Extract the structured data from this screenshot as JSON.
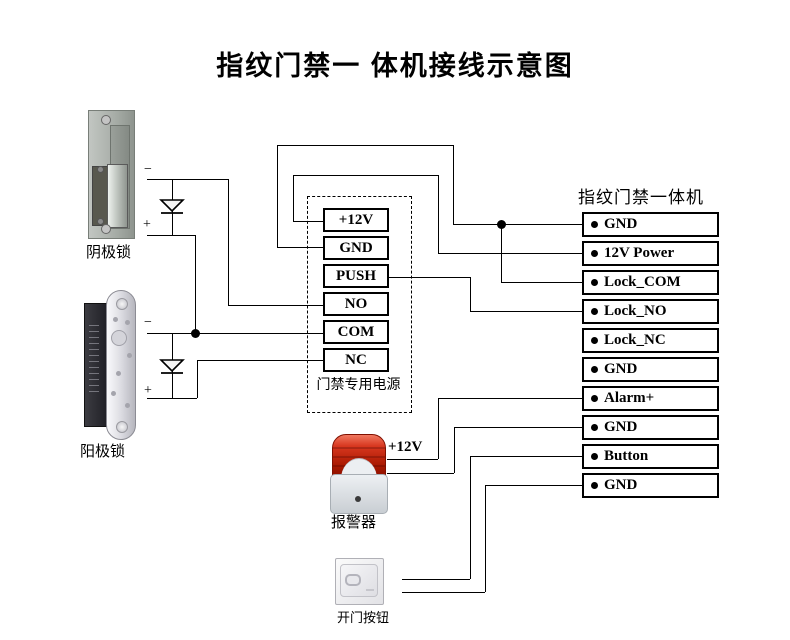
{
  "title": "指纹门禁一 体机接线示意图",
  "psu": {
    "label": "门禁专用电源",
    "terminals": [
      "+12V",
      "GND",
      "PUSH",
      "NO",
      "COM",
      "NC"
    ]
  },
  "machine": {
    "title": "指纹门禁一体机",
    "terminals": [
      "GND",
      "12V Power",
      "Lock_COM",
      "Lock_NO",
      "Lock_NC",
      "GND",
      "Alarm+",
      "GND",
      "Button",
      "GND"
    ]
  },
  "devices": {
    "cathode_lock_label": "阴极锁",
    "anode_lock_label": "阳极锁",
    "alarm_label": "报警器",
    "door_button_label": "开门按钮"
  },
  "annotations": {
    "alarm_power": "+12V",
    "minus": "−",
    "plus": "+"
  },
  "colors": {
    "wire": "#000000",
    "siren_red": "#c22810",
    "siren_base": "#dde2e6",
    "lock_gray": "#a8aea8"
  }
}
